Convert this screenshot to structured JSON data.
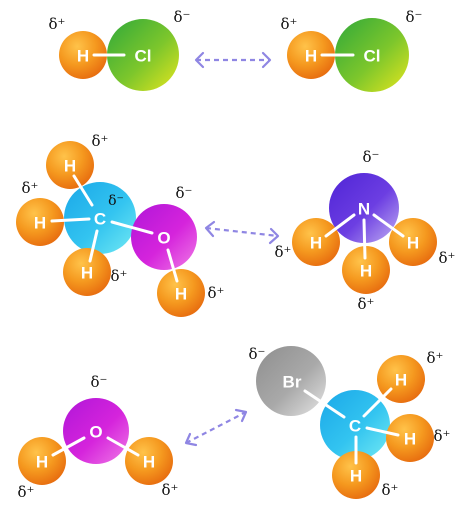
{
  "colors": {
    "hydrogen": "#f5991f",
    "chlorine": "#6dc12f",
    "carbon": "#29b5ec",
    "oxygen": "#d21ed8",
    "nitrogen": "#6131e0",
    "bromine": "#8e8e8e",
    "arrow": "#8f86e3"
  },
  "atom_symbols": {
    "hydrogen": "H",
    "chlorine": "Cl",
    "carbon": "C",
    "oxygen": "O",
    "nitrogen": "N",
    "bromine": "Br"
  },
  "charges": {
    "partial_positive": "δ⁺",
    "partial_negative": "δ⁻"
  }
}
